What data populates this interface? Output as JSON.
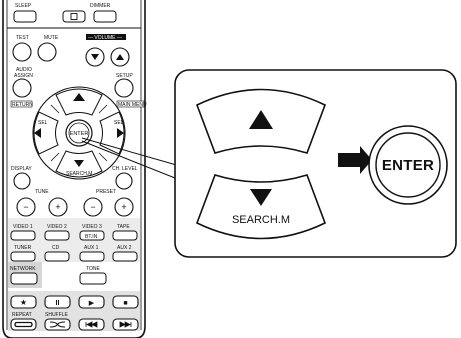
{
  "remote": {
    "top_labels": {
      "sleep": "SLEEP",
      "dimmer": "DIMMER"
    },
    "row1": {
      "test": "TEST",
      "mute": "MUTE",
      "volume": "— VOLUME —"
    },
    "row2": {
      "audio_assign": "AUDIO\nASSIGN",
      "setup": "SETUP"
    },
    "nav": {
      "return": "RETURN",
      "main_menu": "MAIN MENU",
      "sel_left": "SEL",
      "sel_right": "SEL",
      "enter": "ENTER",
      "display": "DISPLAY",
      "ch_level": "CH. LEVEL",
      "search_m": "SEARCH.M"
    },
    "row_tune": {
      "tune": "TUNE",
      "preset": "PRESET",
      "minus": "−",
      "plus": "+"
    },
    "sources_row1": [
      "VIDEO 1",
      "VIDEO 2",
      "VIDEO 3",
      "TAPE"
    ],
    "sources_row1_sub": "BT.IN",
    "sources_row2": [
      "TUNER",
      "CD",
      "AUX 1",
      "AUX 2"
    ],
    "network": "NETWORK",
    "tone": "TONE",
    "transport": [
      "★",
      "II",
      "▶",
      "■"
    ],
    "repeat": "REPEAT",
    "shuffle": "SHUFFLE"
  },
  "callout": {
    "up_arrow": "▲",
    "down_arrow": "▼",
    "search_m": "SEARCH.M",
    "enter": "ENTER"
  },
  "colors": {
    "ink": "#111111",
    "remote_fill": "#ffffff",
    "panel_fill": "#ffffff"
  }
}
